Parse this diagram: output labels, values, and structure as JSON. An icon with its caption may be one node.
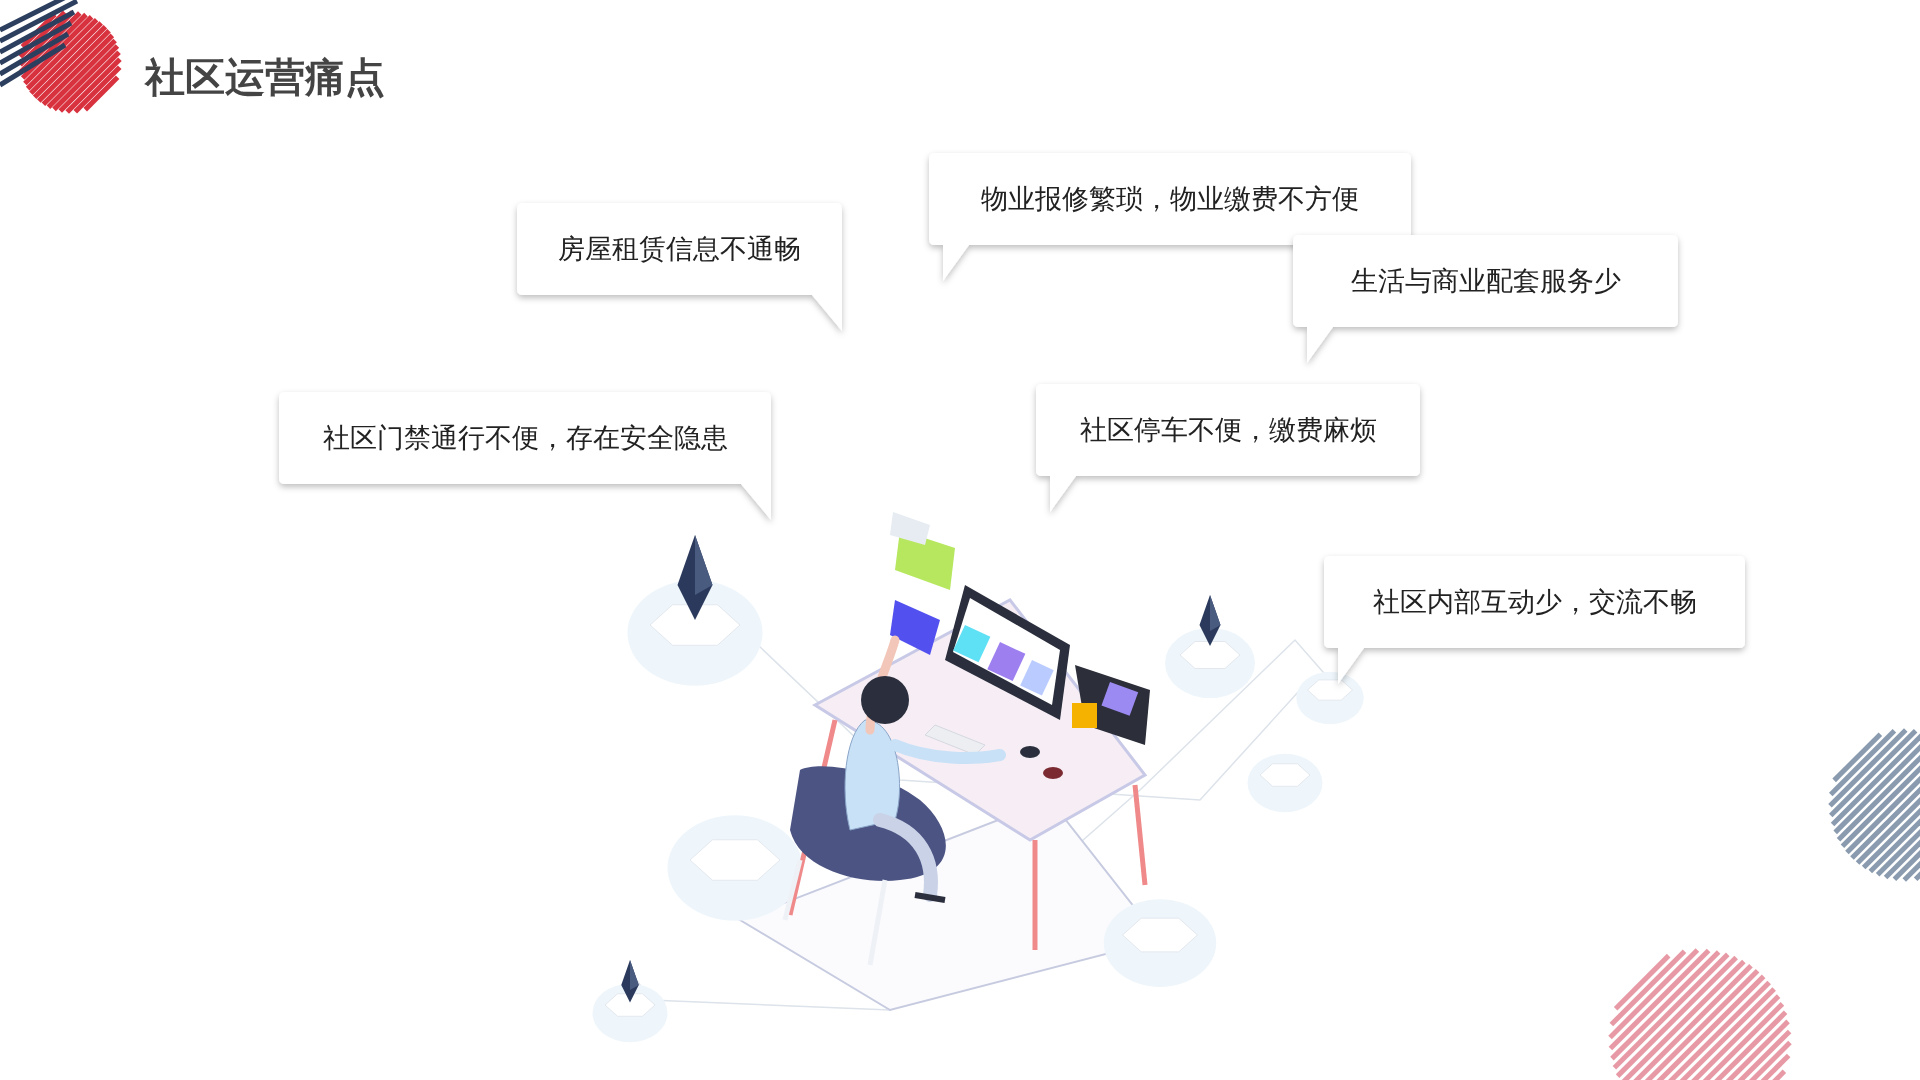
{
  "diagram": {
    "title": "社区运营痛点",
    "nodes": [
      {
        "text": [
          "房屋租赁信息不通畅"
        ]
      },
      {
        "text": [
          "物业报修繁琐，物业缴费不方便"
        ]
      },
      {
        "text": [
          "生活与商业配套服务少"
        ]
      },
      {
        "text": [
          "社区门禁通行不便，存在安全隐患"
        ]
      },
      {
        "text": [
          "社区停车不便，缴费麻烦"
        ]
      },
      {
        "text": [
          "社区内部互动少，交流不畅"
        ]
      }
    ]
  }
}
